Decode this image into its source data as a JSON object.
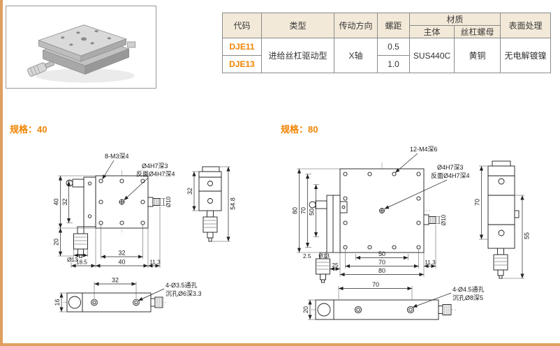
{
  "page": {
    "accent_color": "#f08300",
    "table_header_bg": "#f2e9d8",
    "edge_color": "#dfa05f"
  },
  "product_table": {
    "col_code": "代码",
    "col_type": "类型",
    "col_direction": "传动方向",
    "col_pitch": "螺距",
    "col_material": "材质",
    "col_body": "主体",
    "col_nut": "丝杠螺母",
    "col_surface": "表面处理",
    "type_value": "进给丝杠驱动型",
    "direction_value": "X轴",
    "body_value": "SUS440C",
    "nut_value": "黄铜",
    "surface_value": "无电解镀镍",
    "rows": [
      {
        "code": "DJE11",
        "pitch": "0.5"
      },
      {
        "code": "DJE13",
        "pitch": "1.0"
      }
    ]
  },
  "spec40": {
    "title": "规格：40",
    "dims": {
      "callout_thread": "8-M3深4",
      "callout_pin_front": "Ø4H7深3",
      "callout_pin_back": "反面Ø4H7深4",
      "height_overall": "40",
      "height_holes": "32",
      "height_micrometer": "20",
      "knob_diameter": "Ø13",
      "knob_offset": "18.5",
      "width_holes": "32",
      "width_overall": "40",
      "handle_extension": "11.3",
      "handle_diameter": "Ø10",
      "side_width": "32",
      "side_height": "54.8",
      "base_hole_pitch": "32",
      "base_height": "16",
      "callout_through_hole": "4-Ø3.5通孔",
      "callout_counterbore": "沉孔Ø6深3.3"
    }
  },
  "spec80": {
    "title": "规格：80",
    "dims": {
      "callout_thread": "12-M4深6",
      "callout_pin_front": "Ø4H7深3",
      "callout_pin_back": "反面Ø4H7深4",
      "height_overall": "80",
      "height_holes": "70",
      "height_inner": "50",
      "edge_offset": "2.5",
      "knob_diameter": "Ø13",
      "knob_offset": "25",
      "width_inner": "50",
      "width_holes": "70",
      "width_overall": "80",
      "handle_extension": "11.3",
      "handle_diameter": "Ø10",
      "side_width": "70",
      "side_height": "55",
      "base_hole_pitch": "70",
      "base_height": "20",
      "callout_through_hole": "4-Ø4.5通孔",
      "callout_counterbore": "沉孔Ø8深5"
    }
  }
}
